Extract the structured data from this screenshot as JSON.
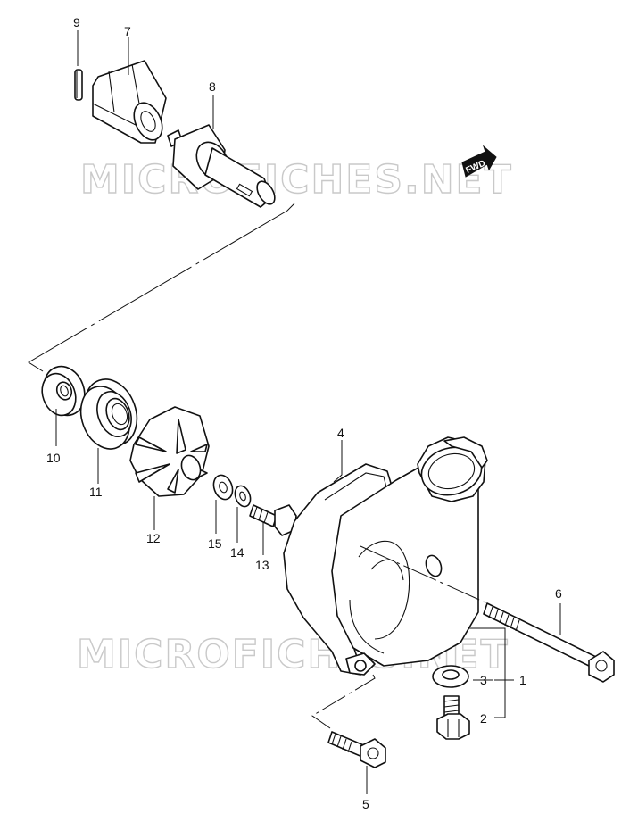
{
  "watermark": {
    "text_top": "MICROFICHES.NET",
    "text_bottom": "MICROFICHES.NET"
  },
  "direction_badge": {
    "label": "FWD"
  },
  "callouts": {
    "c1": "1",
    "c2": "2",
    "c3": "3",
    "c4": "4",
    "c5": "5",
    "c6": "6",
    "c7": "7",
    "c8": "8",
    "c9": "9",
    "c10": "10",
    "c11": "11",
    "c12": "12",
    "c13": "13",
    "c14": "14",
    "c15": "15"
  }
}
